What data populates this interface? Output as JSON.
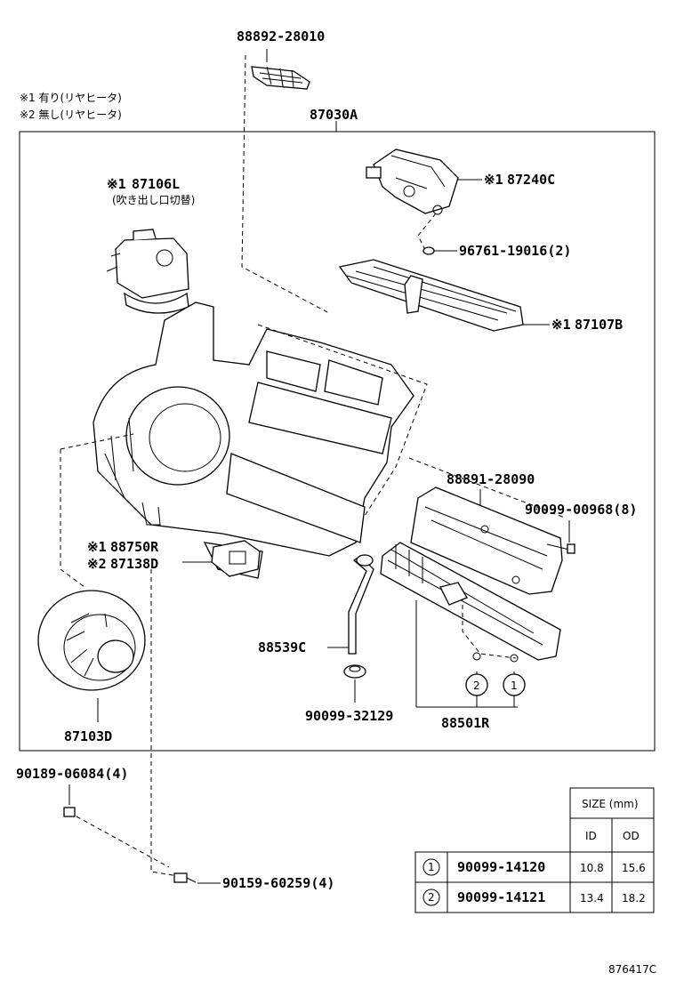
{
  "notes": {
    "note1": "※1 有り(リヤヒータ)",
    "note2": "※2 無し(リヤヒータ)"
  },
  "labels": {
    "p88892": "88892-28010",
    "p87030": "87030A",
    "p87106_mark": "※1",
    "p87106": "87106L",
    "p87106_sub": "(吹き出し口切替)",
    "p87240_mark": "※1",
    "p87240": "87240C",
    "p96761": "96761-19016(2)",
    "p87107_mark": "※1",
    "p87107": "87107B",
    "p88891": "88891-28090",
    "p90099a": "90099-00968(8)",
    "p88750_mark": "※1",
    "p88750": "88750R",
    "p87138_mark": "※2",
    "p87138": "87138D",
    "p88539": "88539C",
    "p90099b": "90099-32129",
    "p88501": "88501R",
    "p87103": "87103D",
    "p90189": "90189-06084(4)",
    "p90159": "90159-60259(4)",
    "circle1": "1",
    "circle2": "2"
  },
  "size_table": {
    "header": "SIZE (mm)",
    "col_id": "ID",
    "col_od": "OD",
    "rows": [
      {
        "marker": "1",
        "part": "90099-14120",
        "id": "10.8",
        "od": "15.6"
      },
      {
        "marker": "2",
        "part": "90099-14121",
        "id": "13.4",
        "od": "18.2"
      }
    ]
  },
  "diagram_id": "876417C"
}
